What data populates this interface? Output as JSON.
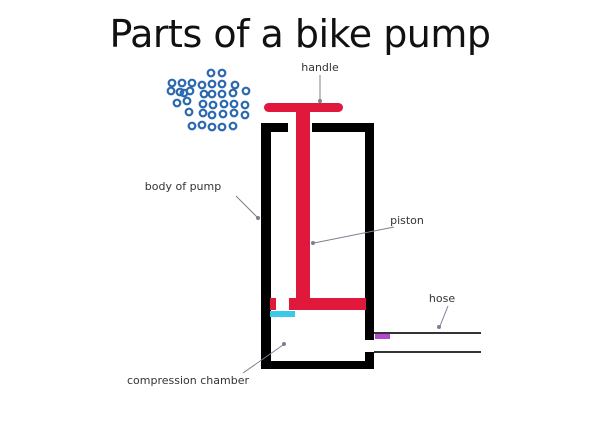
{
  "title": "Parts of a bike pump",
  "labels": {
    "handle": "handle",
    "body": "body of pump",
    "piston": "piston",
    "hose": "hose",
    "chamber": "compression chamber"
  },
  "colors": {
    "body": "#000000",
    "piston": "#e0183c",
    "valve": "#3cc8e6",
    "hose_valve": "#b048d0",
    "hose": "#333333",
    "air": "#2a68b0"
  }
}
